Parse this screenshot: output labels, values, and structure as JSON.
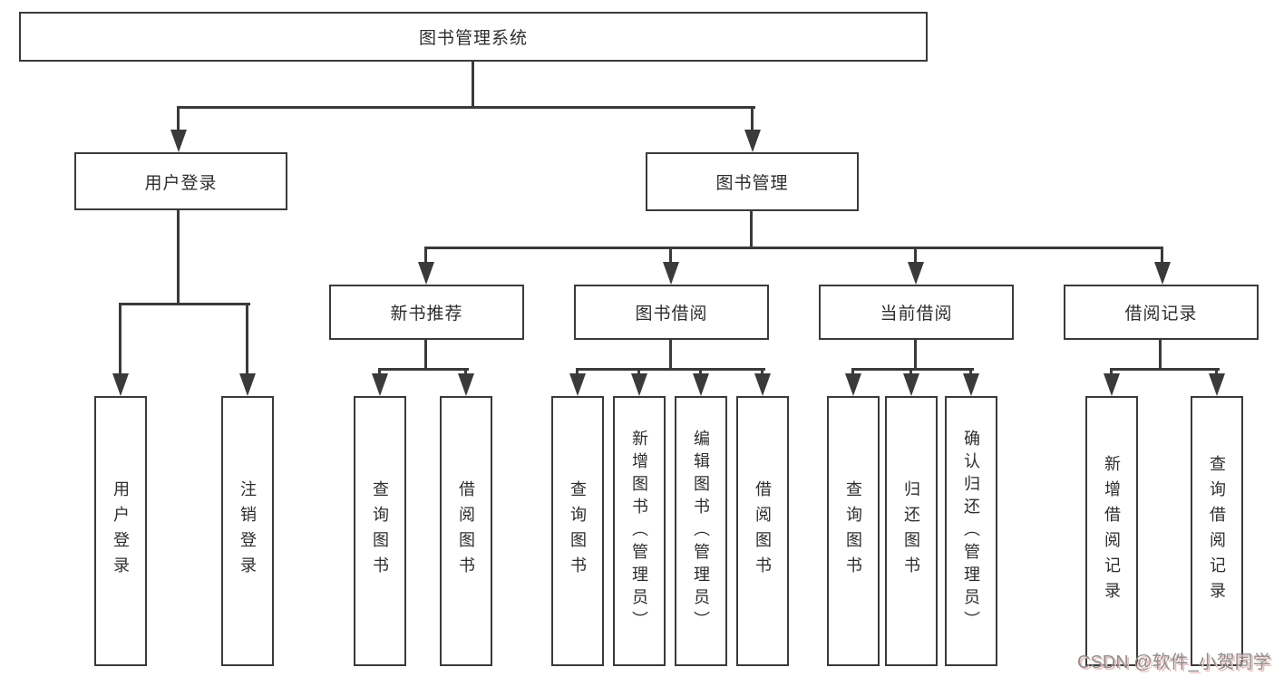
{
  "diagram_title": "图书管理系统",
  "nodes": {
    "root": {
      "label": "图书管理系统"
    },
    "level2": [
      {
        "id": "user-login",
        "label": "用户登录",
        "parent": "root"
      },
      {
        "id": "book-management",
        "label": "图书管理",
        "parent": "root"
      }
    ],
    "level3": [
      {
        "id": "new-book-recommend",
        "label": "新书推荐",
        "parent": "book-management"
      },
      {
        "id": "book-borrowing",
        "label": "图书借阅",
        "parent": "book-management"
      },
      {
        "id": "current-borrowing",
        "label": "当前借阅",
        "parent": "book-management"
      },
      {
        "id": "borrowing-records",
        "label": "借阅记录",
        "parent": "book-management"
      }
    ],
    "leaves": [
      {
        "id": "leaf-user-login",
        "label": "用户登录",
        "parent": "user-login"
      },
      {
        "id": "leaf-logout",
        "label": "注销登录",
        "parent": "user-login"
      },
      {
        "id": "leaf-query-books-newrec",
        "label": "查询图书",
        "parent": "new-book-recommend"
      },
      {
        "id": "leaf-borrow-books-newrec",
        "label": "借阅图书",
        "parent": "new-book-recommend"
      },
      {
        "id": "leaf-query-books-borrowing",
        "label": "查询图书",
        "parent": "book-borrowing"
      },
      {
        "id": "leaf-add-book-admin",
        "label": "新增图书（管理员）",
        "parent": "book-borrowing"
      },
      {
        "id": "leaf-edit-book-admin",
        "label": "编辑图书（管理员）",
        "parent": "book-borrowing"
      },
      {
        "id": "leaf-borrow-books-borrowing",
        "label": "借阅图书",
        "parent": "book-borrowing"
      },
      {
        "id": "leaf-query-books-current",
        "label": "查询图书",
        "parent": "current-borrowing"
      },
      {
        "id": "leaf-return-books",
        "label": "归还图书",
        "parent": "current-borrowing"
      },
      {
        "id": "leaf-confirm-return-admin",
        "label": "确认归还（管理员）",
        "parent": "current-borrowing"
      },
      {
        "id": "leaf-add-borrow-record",
        "label": "新增借阅记录",
        "parent": "borrowing-records"
      },
      {
        "id": "leaf-query-borrow-record",
        "label": "查询借阅记录",
        "parent": "borrowing-records"
      }
    ]
  },
  "watermark": "CSDN @软件_小贺同学",
  "colors": {
    "line": "#3a3a3a",
    "text": "#2d2d2d",
    "bg": "#ffffff",
    "watermark": "#8f8f8f"
  }
}
